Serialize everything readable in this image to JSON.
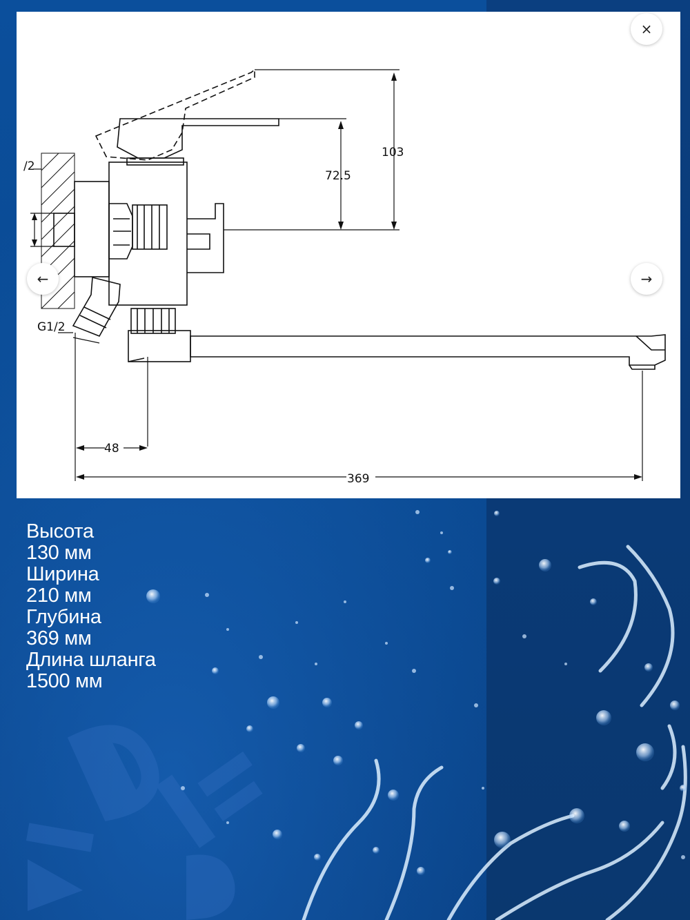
{
  "drawing": {
    "dim_height_total": "103",
    "dim_height_lever": "72.5",
    "dim_half_inch_top": "/2",
    "dim_thread": "G1/2",
    "dim_offset": "48",
    "dim_length": "369"
  },
  "controls": {
    "close_icon": "×",
    "prev_icon": "←",
    "next_icon": "→"
  },
  "specs": {
    "height_label": "Высота",
    "height_value": "130 мм",
    "width_label": "Ширина",
    "width_value": "210 мм",
    "depth_label": "Глубина",
    "depth_value": "369 мм",
    "hose_label": "Длина шланга",
    "hose_value": "1500 мм"
  },
  "colors": {
    "background": "#0a4a93",
    "panel": "#ffffff",
    "text_light": "#ffffff"
  }
}
